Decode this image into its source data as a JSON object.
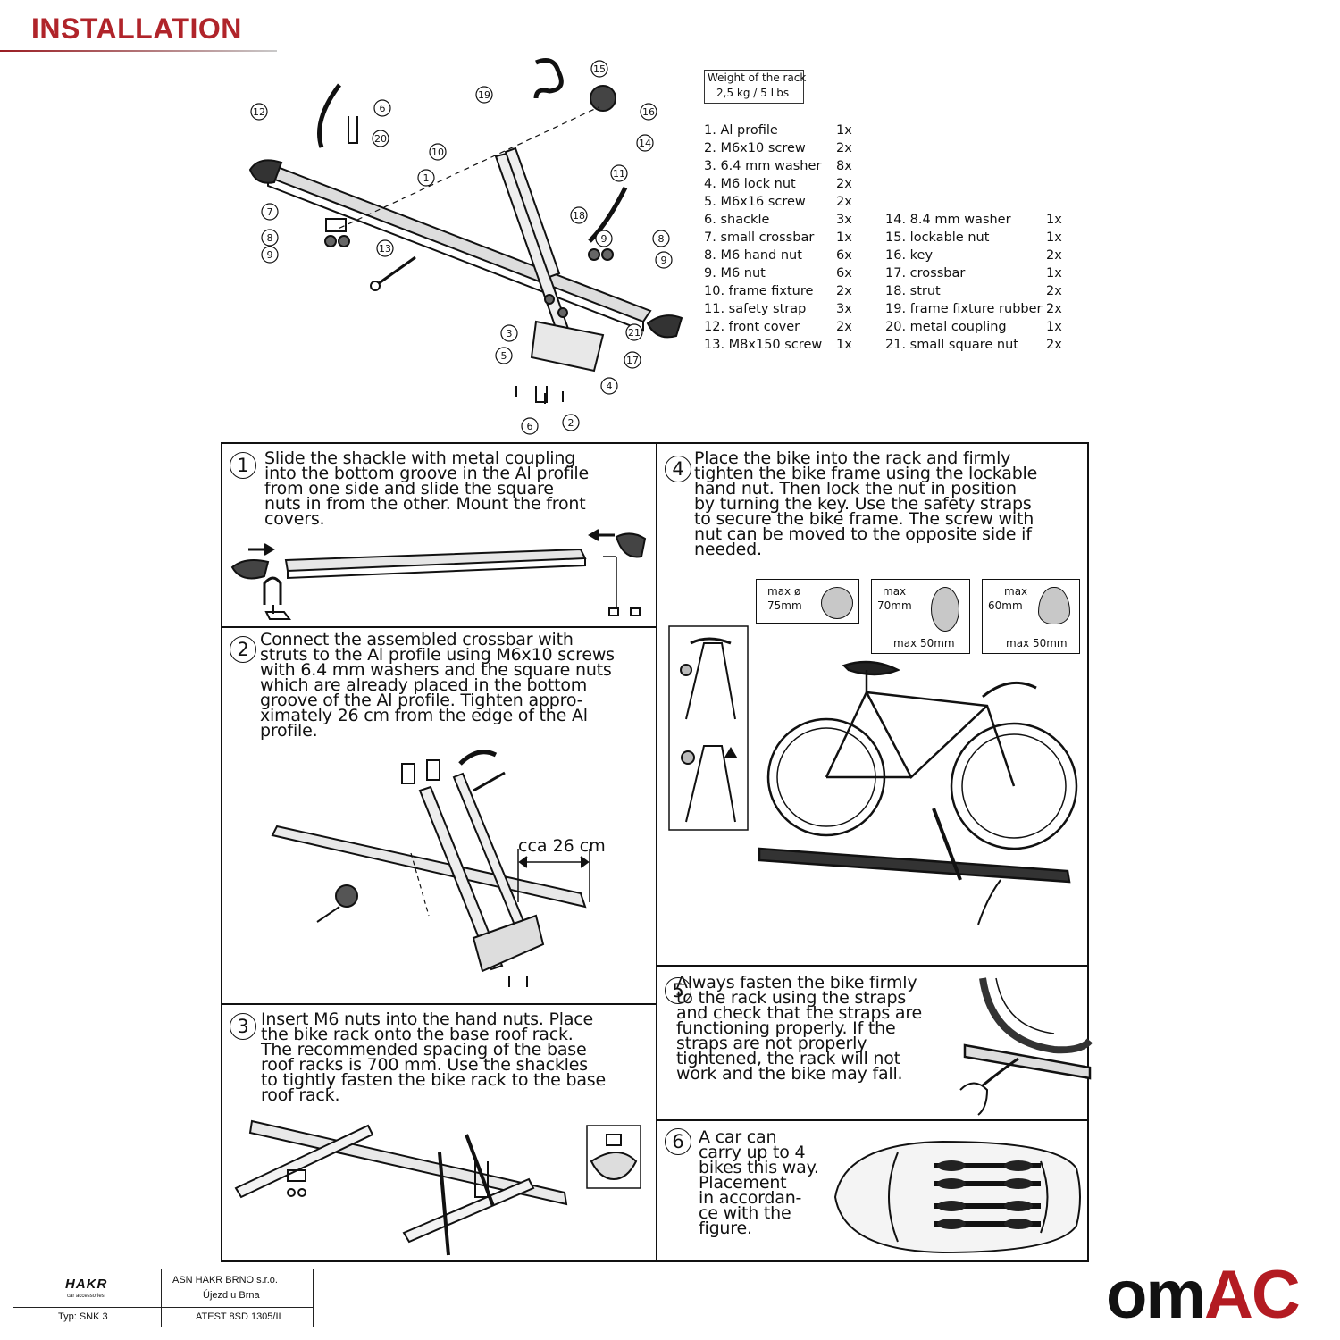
{
  "header": {
    "title": "INSTALLATION"
  },
  "weight": {
    "line1": "Weight of the rack",
    "line2": "2,5 kg / 5 Lbs"
  },
  "parts_left": [
    {
      "name": "1. Al profile",
      "qty": "1x"
    },
    {
      "name": "2. M6x10 screw",
      "qty": "2x"
    },
    {
      "name": "3. 6.4 mm washer",
      "qty": "8x"
    },
    {
      "name": "4. M6 lock nut",
      "qty": "2x"
    },
    {
      "name": "5. M6x16 screw",
      "qty": "2x"
    },
    {
      "name": "6. shackle",
      "qty": "3x"
    },
    {
      "name": "7. small crossbar",
      "qty": "1x"
    },
    {
      "name": "8. M6 hand nut",
      "qty": "6x"
    },
    {
      "name": "9. M6 nut",
      "qty": "6x"
    },
    {
      "name": "10. frame fixture",
      "qty": "2x"
    },
    {
      "name": "11. safety strap",
      "qty": "3x"
    },
    {
      "name": "12. front cover",
      "qty": "2x"
    },
    {
      "name": "13. M8x150 screw",
      "qty": "1x"
    }
  ],
  "parts_right": [
    {
      "name": "14. 8.4 mm washer",
      "qty": "1x"
    },
    {
      "name": "15. lockable nut",
      "qty": "1x"
    },
    {
      "name": "16. key",
      "qty": "2x"
    },
    {
      "name": "17. crossbar",
      "qty": "1x"
    },
    {
      "name": "18. strut",
      "qty": "2x"
    },
    {
      "name": "19. frame fixture rubber",
      "qty": "2x"
    },
    {
      "name": "20. metal coupling",
      "qty": "1x"
    },
    {
      "name": "21. small square nut",
      "qty": "2x"
    }
  ],
  "diagram_callouts": [
    "1",
    "2",
    "3",
    "4",
    "5",
    "6",
    "7",
    "8",
    "9",
    "10",
    "11",
    "12",
    "13",
    "14",
    "15",
    "16",
    "17",
    "18",
    "19",
    "20",
    "21"
  ],
  "steps": {
    "s1": {
      "num": "1",
      "text": "Slide the shackle with metal coupling\ninto the bottom groove in the Al profile\nfrom one side and slide the square\nnuts in from the other. Mount the front\ncovers."
    },
    "s2": {
      "num": "2",
      "text": "Connect the assembled crossbar with\nstruts to the Al profile using M6x10 screws\nwith 6.4 mm washers and the square nuts\nwhich are already placed in the bottom\ngroove of the Al profile. Tighten appro-\nximately 26 cm from the edge of the Al\nprofile.",
      "measure": "cca 26 cm"
    },
    "s3": {
      "num": "3",
      "text": "Insert M6 nuts into the hand nuts. Place\nthe bike rack onto the base roof rack.\nThe recommended spacing of the base\nroof racks is 700 mm. Use the shackles\nto tightly fasten the bike rack to the base\nroof rack."
    },
    "s4": {
      "num": "4",
      "text": "Place the bike into the rack and firmly\ntighten the bike frame using the lockable\nhand nut. Then lock the nut in position\nby turning the key. Use the safety straps\nto secure the bike frame. The screw with\nnut can be moved to the opposite side if\nneeded."
    },
    "s5": {
      "num": "5",
      "text": "Always fasten the bike firmly\nto the rack using the straps\nand check that the straps are\nfunctioning properly. If the\nstraps are not properly\ntightened, the rack will not\nwork and the bike may fall."
    },
    "s6": {
      "num": "6",
      "text": "A car can\ncarry up to 4\nbikes this way.\nPlacement\nin accordan-\nce with the\nfigure."
    }
  },
  "frame_sizes": [
    {
      "max_label": "max ø",
      "max_value": "75mm",
      "width_label": ""
    },
    {
      "max_label": "max",
      "max_value": "70mm",
      "width_label": "max 50mm"
    },
    {
      "max_label": "max",
      "max_value": "60mm",
      "width_label": "max 50mm"
    }
  ],
  "footer": {
    "brand": "HAKR",
    "brand_sub": "car accessories",
    "company": "ASN HAKR BRNO s.r.o.",
    "city": "Újezd u Brna",
    "type": "Typ: SNK 3",
    "atest": "ATEST 8SD 1305/II"
  },
  "logo": {
    "text": "omAC",
    "dark": "#111111",
    "accent": "#b31b22"
  }
}
